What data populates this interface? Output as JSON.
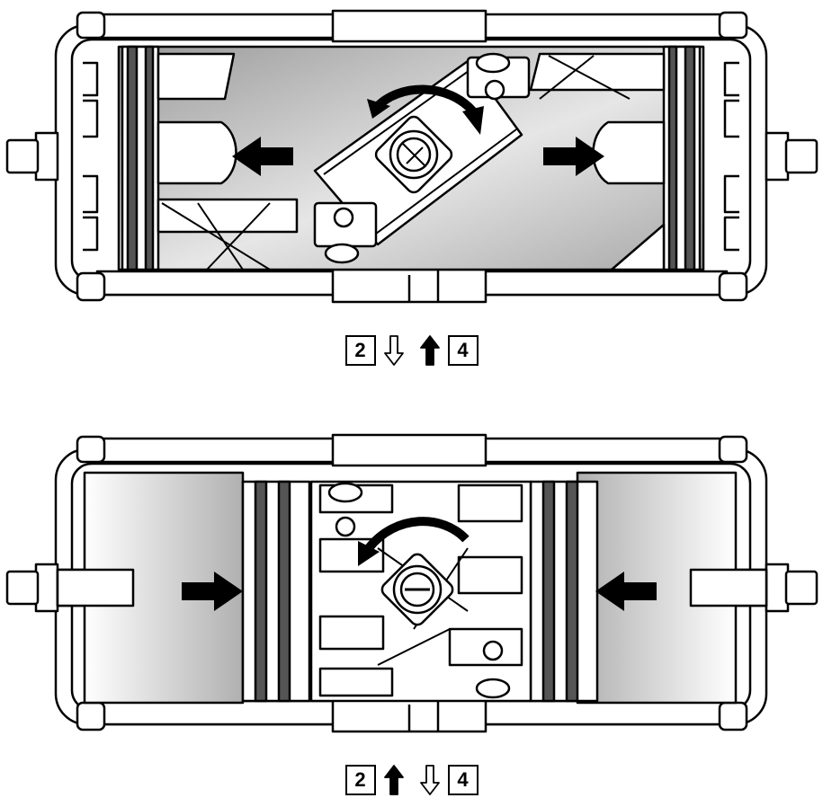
{
  "figure": {
    "diagram_top": {
      "name": "actuator-pistons-outward",
      "ports": {
        "left_label": "2",
        "right_label": "4",
        "left_arrow_direction": "down",
        "left_arrow_style": "outline",
        "right_arrow_direction": "up",
        "right_arrow_style": "filled"
      },
      "piston_motion": "outward",
      "rotation": "clockwise"
    },
    "diagram_bottom": {
      "name": "actuator-pistons-inward",
      "ports": {
        "left_label": "2",
        "right_label": "4",
        "left_arrow_direction": "up",
        "left_arrow_style": "filled",
        "right_arrow_direction": "down",
        "right_arrow_style": "outline"
      },
      "piston_motion": "inward",
      "rotation": "counterclockwise"
    },
    "colors": {
      "line": "#000000",
      "shade_dark": "#9a9a9a",
      "shade_light": "#ffffff",
      "seal": "#555555"
    }
  }
}
